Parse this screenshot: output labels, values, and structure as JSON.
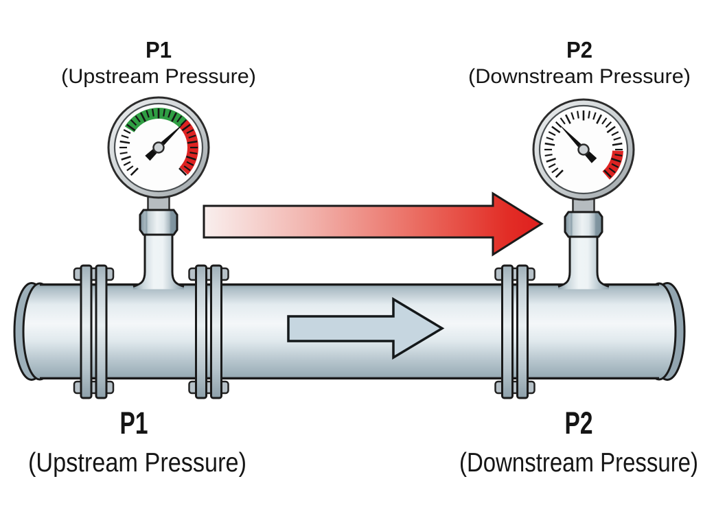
{
  "labels": {
    "top_p1": {
      "id": "P1",
      "caption": "(Upstream Pressure)"
    },
    "top_p2": {
      "id": "P2",
      "caption": "(Downstream Pressure)"
    },
    "bottom_p1": {
      "id": "P1",
      "caption": "(Upstream Pressure)"
    },
    "bottom_p2": {
      "id": "P2",
      "caption": "(Downstream Pressure)"
    }
  },
  "gauges": {
    "p1": {
      "icon": "pressure-gauge-icon",
      "needle_angle_deg": 46,
      "zones": [
        {
          "color": "#2f9e43",
          "start_deg": -58,
          "end_deg": 46
        },
        {
          "color": "#dd2322",
          "start_deg": 46,
          "end_deg": 133
        }
      ]
    },
    "p2": {
      "icon": "pressure-gauge-icon",
      "needle_angle_deg": -44,
      "zones": [
        {
          "color": "#dd2322",
          "start_deg": 92,
          "end_deg": 139
        }
      ]
    }
  },
  "flow": {
    "direction": "left-to-right",
    "red_arrow_icon": "flow-direction-arrow-icon",
    "pipe_arrow_icon": "pipe-flow-arrow-icon"
  },
  "colors": {
    "background": "#ffffff",
    "text": "#151515",
    "outline": "#1a1a1a",
    "needle": "#111111",
    "gauge_green": "#2f9e43",
    "gauge_red": "#dd2322",
    "arrow_red": "#e02120",
    "pipe_light": "#eef3f6",
    "pipe_dark": "#93a5af"
  }
}
